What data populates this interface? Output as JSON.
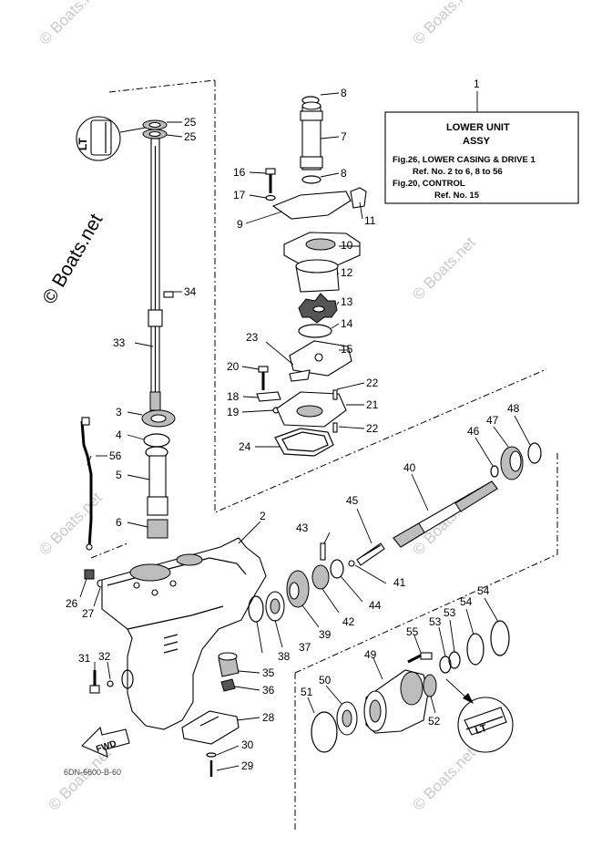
{
  "watermark": {
    "main": "© Boats.net",
    "faint": "© Boats.net"
  },
  "note_box": {
    "callout": "1",
    "title": "LOWER UNIT",
    "subtitle": "ASSY",
    "lines": [
      "Fig.26, LOWER CASING & DRIVE 1",
      "Ref. No. 2 to 6, 8 to 56",
      "Fig.20, CONTROL",
      "Ref. No. 15"
    ]
  },
  "fwd_label": "FWD",
  "sealant_mark": "LT",
  "drawing_code": "6DN-6600-B-60",
  "callouts": [
    "2",
    "3",
    "4",
    "5",
    "6",
    "7",
    "8",
    "8",
    "9",
    "10",
    "11",
    "12",
    "13",
    "14",
    "15",
    "16",
    "17",
    "18",
    "19",
    "20",
    "21",
    "22",
    "22",
    "23",
    "24",
    "25",
    "25",
    "26",
    "27",
    "28",
    "29",
    "30",
    "31",
    "32",
    "33",
    "34",
    "35",
    "36",
    "37",
    "38",
    "39",
    "40",
    "41",
    "42",
    "43",
    "44",
    "45",
    "46",
    "47",
    "48",
    "49",
    "50",
    "51",
    "52",
    "53",
    "53",
    "54",
    "54",
    "55",
    "56"
  ]
}
